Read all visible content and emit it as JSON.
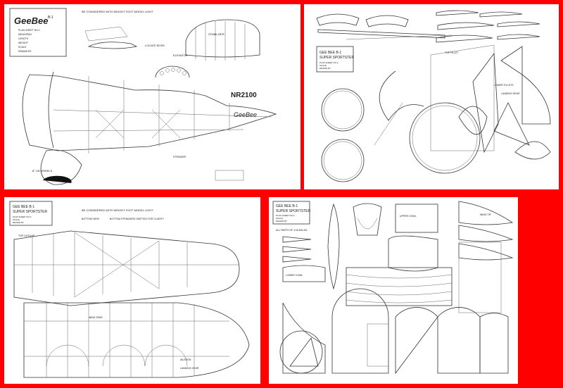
{
  "sheet1": {
    "logo": "GeeBee",
    "logo_sub": "B-1",
    "title_block": [
      "PLAN SHEET NO.1",
      "WINGSPAN",
      "LENGTH",
      "WEIGHT",
      "SCALE",
      "DRAWN BY"
    ],
    "top_note": "BE CONSIDERED WITH WEIGHT FOOT MODEL LIGHT",
    "reg": "NR2100",
    "fuselage_script": "GeeBee",
    "wheel_note": "8\" 1/8 WHEELS",
    "labels": [
      "LOCATE BOSS",
      "ELEVATOR",
      "STABILIZER",
      "STRINGER"
    ]
  },
  "sheet2": {
    "title": "GEE BEE B-1",
    "subtitle": "SUPER SPORTSTER",
    "title_block": [
      "PLAN SHEET NO.2",
      "SCALE",
      "DRAWN BY"
    ],
    "notes": [
      "LOWER FILLETS",
      "TOP FILLET",
      "LANDING GEAR"
    ]
  },
  "sheet3": {
    "title": "GEE BEE B-1",
    "subtitle": "SUPER SPORTSTER",
    "title_block": [
      "PLAN SHEET NO.3",
      "SCALE",
      "DRAWN BY"
    ],
    "top_note": "BE CONSIDERED WITH WEIGHT FOOT MODEL LIGHT",
    "sub_note": "BOTTOM VIEW",
    "sub_note2": "BOTTOM STRINGERS OMITTED FOR CLARITY",
    "labels": [
      "TOP OUTLINE",
      "WING SPAR",
      "AILERON",
      "LANDING GEAR"
    ]
  },
  "sheet4": {
    "title": "GEE BEE B-1",
    "subtitle": "SUPER SPORTSTER",
    "title_block": [
      "PLAN SHEET NO.4",
      "SCALE",
      "DRAWN BY"
    ],
    "notes": [
      "ALL PARTS OF 1/16 BALSA",
      "UPPER COWL",
      "LOWER COWL",
      "WING TIP"
    ]
  }
}
